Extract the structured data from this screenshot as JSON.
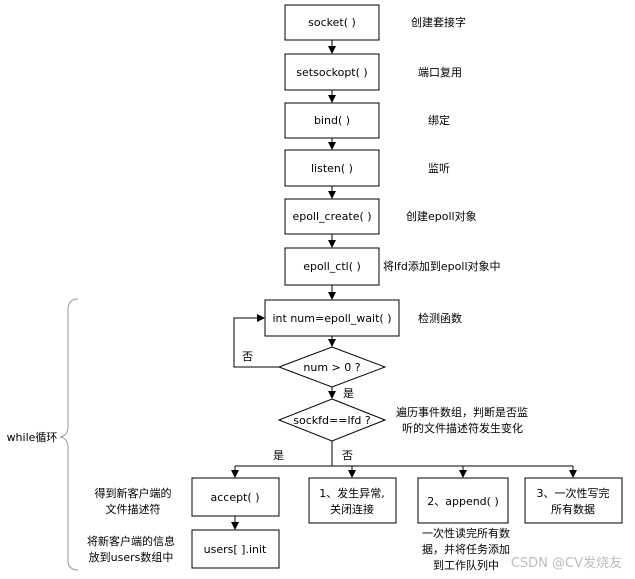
{
  "nodes": {
    "socket": "socket( )",
    "setsockopt": "setsockopt( )",
    "bind": "bind( )",
    "listen": "listen( )",
    "epoll_create": "epoll_create( )",
    "epoll_ctl": "epoll_ctl( )",
    "epoll_wait": "int num=epoll_wait( )",
    "num_check": "num > 0 ?",
    "sockfd_check": "sockfd==lfd ?",
    "accept": "accept( )",
    "users_init": "users[ ].init",
    "branch1": [
      "1、发生异常,",
      "关闭连接"
    ],
    "branch2": "2、append( )",
    "branch3": [
      "3、一次性写完",
      "所有数据"
    ]
  },
  "notes": {
    "socket": "创建套接字",
    "setsockopt": "端口复用",
    "bind": "绑定",
    "listen": "监听",
    "epoll_create": "创建epoll对象",
    "epoll_ctl": "将lfd添加到epoll对象中",
    "epoll_wait": "检测函数",
    "sockfd_check": [
      "遍历事件数组，判断是否监",
      "听的文件描述符发生变化"
    ],
    "accept": [
      "得到新客户端的",
      "文件描述符"
    ],
    "users_init": [
      "将新客户端的信息",
      "放到users数组中"
    ],
    "append": [
      "一次性读完所有数",
      "据，并将任务添加",
      "到工作队列中"
    ]
  },
  "edge_labels": {
    "no_loop": "否",
    "yes_num": "是",
    "yes_sockfd": "是",
    "no_sockfd": "否"
  },
  "loop_label": "while循环",
  "watermark": "CSDN @CV发烧友"
}
